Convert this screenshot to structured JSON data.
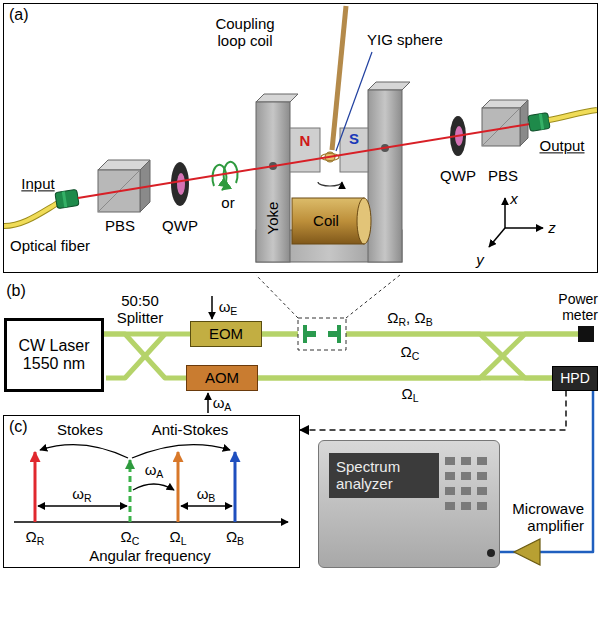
{
  "diagram": {
    "nodes": [
      {
        "text": [
          "(a)"
        ]
      },
      {
        "text": [
          "CW Laser 1550 nm"
        ]
      },
      {
        "text": [
          "EOM"
        ]
      },
      {
        "text": [
          "AOM"
        ]
      },
      {
        "text": [
          "Power meter"
        ]
      },
      {
        "text": [
          "HPD"
        ]
      },
      {
        "text": [
          "(c)"
        ]
      },
      {
        "text": [
          "Spectrum analyzer"
        ]
      }
    ],
    "edges": [
      {
        "from": 1,
        "to": 2,
        "arrow": "none"
      },
      {
        "from": 1,
        "to": 3,
        "arrow": "none"
      },
      {
        "from": 2,
        "to": 4,
        "arrow": "none"
      },
      {
        "from": 2,
        "to": 5,
        "arrow": "none"
      },
      {
        "from": 3,
        "to": 4,
        "arrow": "none"
      },
      {
        "from": 3,
        "to": 5,
        "arrow": "none"
      },
      {
        "from": 5,
        "to": 6,
        "arrow": "to"
      },
      {
        "from": 5,
        "to": 7,
        "arrow": "none"
      }
    ],
    "labels": [
      "Coupling loop coil",
      "YIG sphere",
      "Input",
      "Optical fiber",
      "PBS",
      "QWP",
      "or",
      "N",
      "S",
      "Yoke",
      "Coil",
      "QWP",
      "PBS",
      "Output",
      "x",
      "z",
      "y",
      "(b)",
      "50:50 Splitter",
      "ωE",
      "ωA",
      "ΩR, ΩB",
      "ΩC",
      "ΩL",
      "Microwave amplifier",
      "Stokes",
      "Anti-Stokes",
      "ωA",
      "ωR",
      "ωB",
      "ΩR",
      "ΩC",
      "ΩL",
      "ΩB",
      "Angular frequency"
    ]
  }
}
